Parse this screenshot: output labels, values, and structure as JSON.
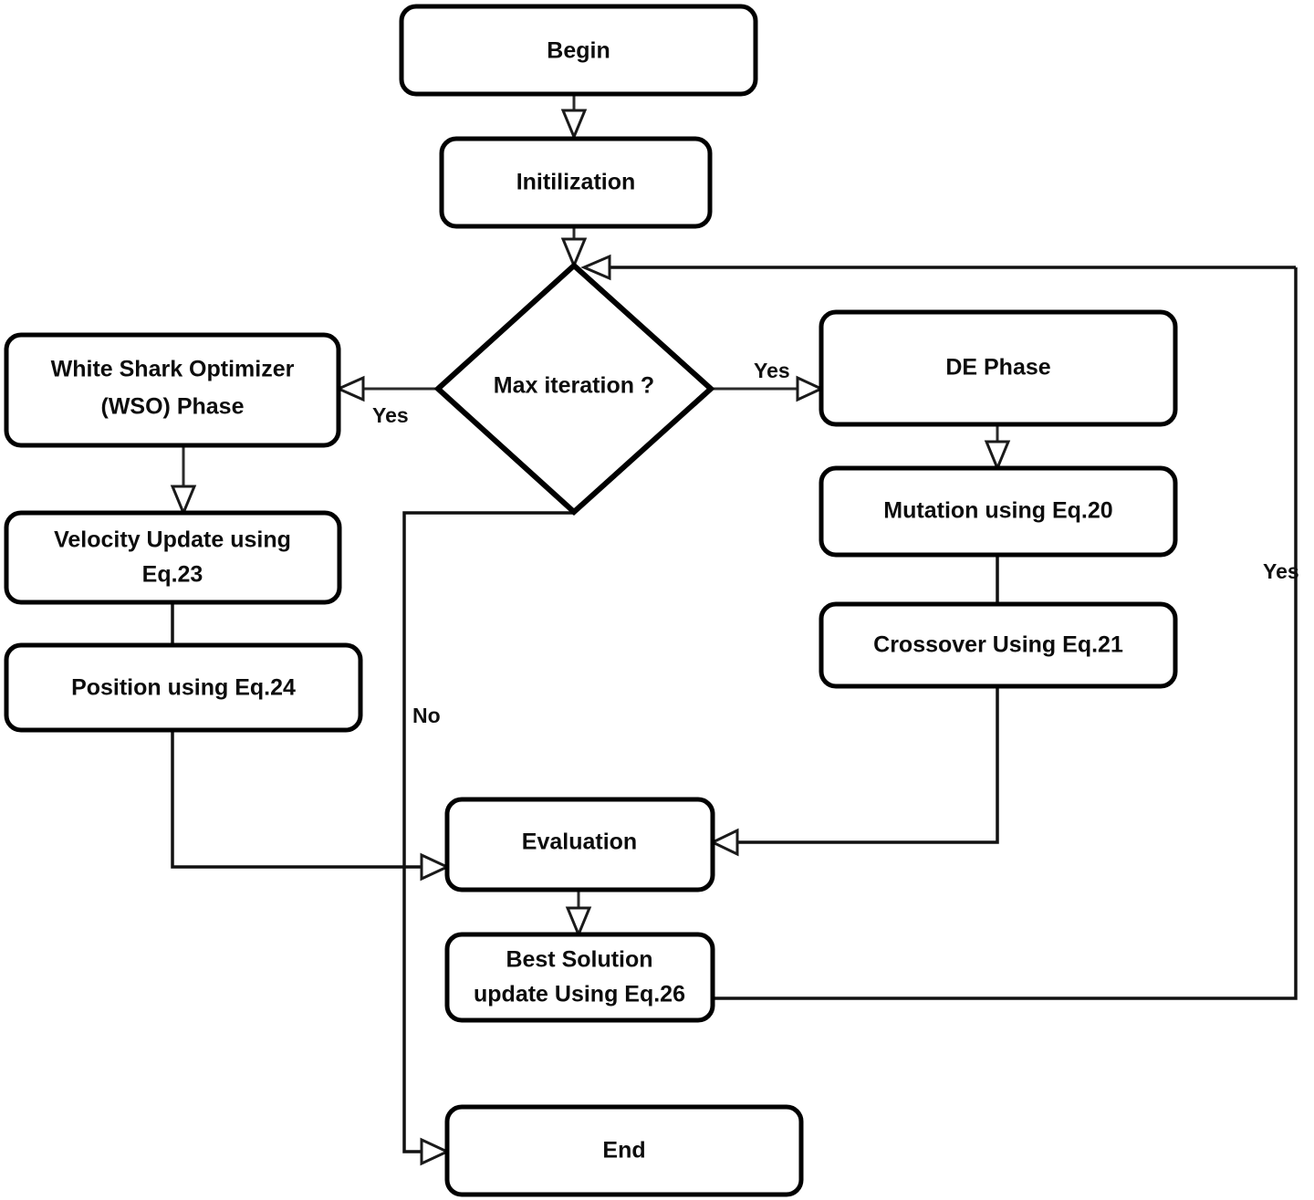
{
  "diagram": {
    "title": "WSO-DE Hybrid Optimization Algorithm Flowchart",
    "type": "flowchart",
    "background_color": "#ffffff",
    "line_color": "#1a1a1a",
    "text_color": "#0d0d0d"
  },
  "nodes": {
    "begin": {
      "label": "Begin",
      "shape": "rounded-rectangle"
    },
    "initialization": {
      "label": "Initilization",
      "shape": "rounded-rectangle"
    },
    "max_iteration": {
      "label": "Max iteration ?",
      "shape": "diamond"
    },
    "wso_phase_line1": "White Shark Optimizer",
    "wso_phase_line2": "(WSO) Phase",
    "velocity_update_line1": "Velocity Update using",
    "velocity_update_line2": "Eq.23",
    "position_update": {
      "label": "Position using Eq.24",
      "shape": "rounded-rectangle"
    },
    "de_phase": {
      "label": "DE Phase",
      "shape": "rounded-rectangle"
    },
    "mutation": {
      "label": "Mutation using Eq.20",
      "shape": "rounded-rectangle"
    },
    "crossover": {
      "label": "Crossover Using Eq.21",
      "shape": "rounded-rectangle"
    },
    "evaluation": {
      "label": "Evaluation",
      "shape": "rounded-rectangle"
    },
    "best_solution_line1": "Best Solution",
    "best_solution_line2": "update Using Eq.26",
    "end": {
      "label": "End",
      "shape": "rounded-rectangle"
    }
  },
  "edge_labels": {
    "yes_left": "Yes",
    "yes_right": "Yes",
    "yes_feedback": "Yes",
    "no_branch": "No"
  }
}
